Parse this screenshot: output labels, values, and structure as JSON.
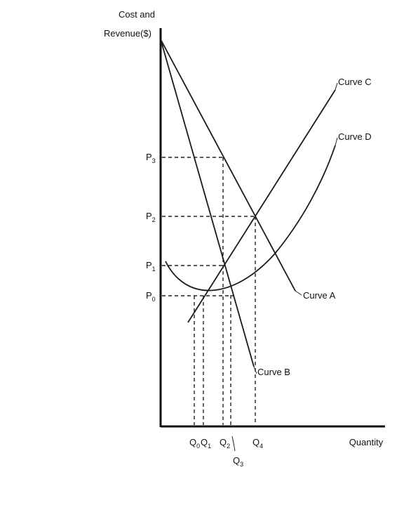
{
  "axes": {
    "y_label_line1": "Cost and",
    "y_label_line2": "Revenue($)",
    "x_label": "Quantity"
  },
  "price_labels": [
    {
      "base": "P",
      "sub": "3"
    },
    {
      "base": "P",
      "sub": "2"
    },
    {
      "base": "P",
      "sub": "1"
    },
    {
      "base": "P",
      "sub": "0"
    }
  ],
  "quantity_labels": [
    {
      "base": "Q",
      "sub": "0"
    },
    {
      "base": "Q",
      "sub": "1"
    },
    {
      "base": "Q",
      "sub": "2"
    },
    {
      "base": "Q",
      "sub": "3"
    },
    {
      "base": "Q",
      "sub": "4"
    }
  ],
  "curves": {
    "a": "Curve A",
    "b": "Curve B",
    "c": "Curve C",
    "d": "Curve D"
  }
}
